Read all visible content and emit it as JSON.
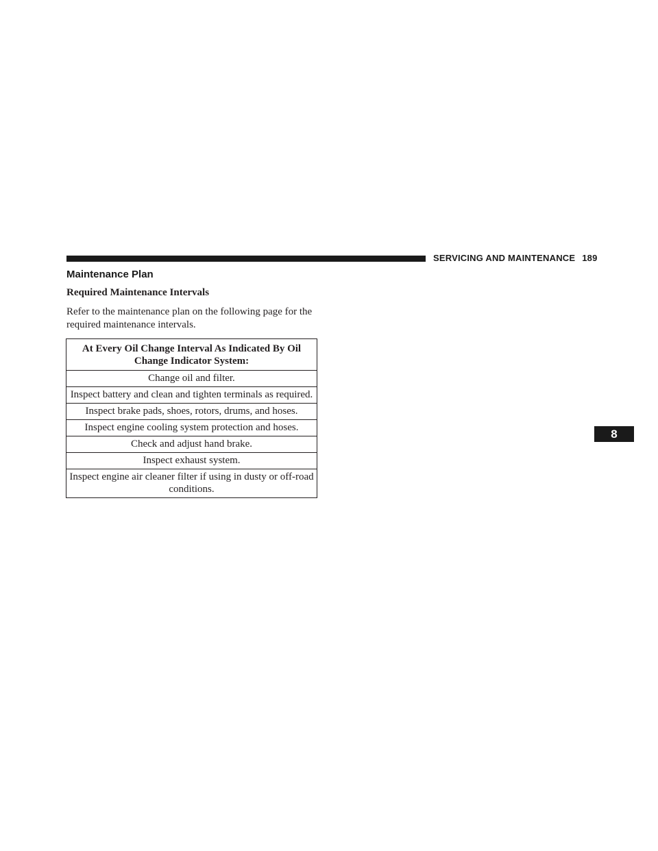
{
  "header": {
    "section_label": "SERVICING AND MAINTENANCE",
    "page_number": "189"
  },
  "section_title": "Maintenance Plan",
  "subheading": "Required Maintenance Intervals",
  "intro_text": "Refer to the maintenance plan on the following page for the required maintenance intervals.",
  "table": {
    "header": "At Every Oil Change Interval As Indicated By Oil Change Indicator System:",
    "rows": [
      "Change oil and filter.",
      "Inspect battery and clean and tighten terminals as required.",
      "Inspect brake pads, shoes, rotors, drums, and hoses.",
      "Inspect engine cooling system protection and hoses.",
      "Check and adjust hand brake.",
      "Inspect exhaust system.",
      "Inspect engine air cleaner filter if using in dusty or off-road conditions."
    ]
  },
  "chapter_tab": "8"
}
